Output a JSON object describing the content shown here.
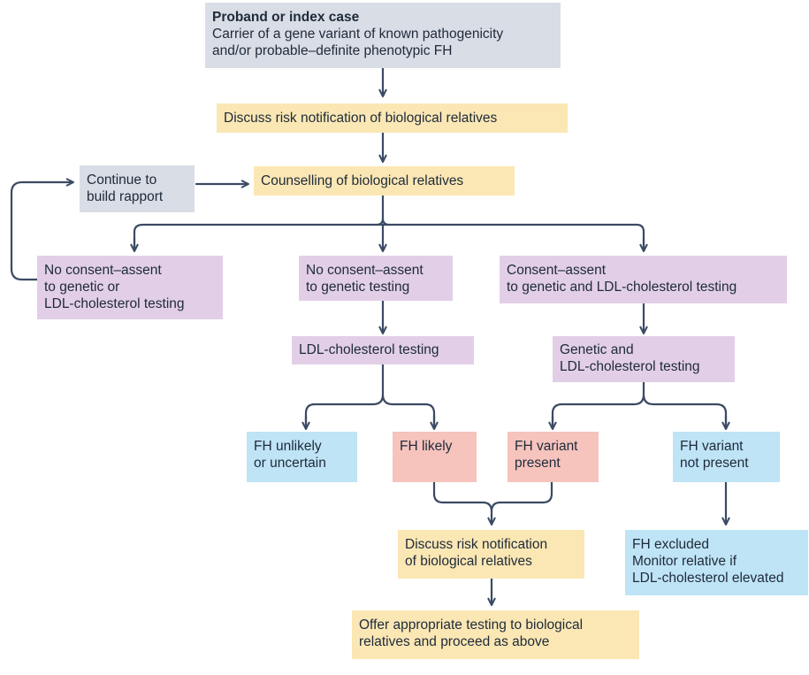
{
  "colors": {
    "grey": "#d9dde5",
    "yellow": "#fbe7b4",
    "purple": "#e2cfe7",
    "blue": "#bfe4f5",
    "red": "#f6c3bd",
    "connector": "#3a4a63"
  },
  "nodes": {
    "proband": {
      "title": "Proband or index case",
      "line1": "Carrier of a gene variant of known pathogenicity",
      "line2": "and/or probable–definite phenotypic FH"
    },
    "discuss_top": {
      "line1": "Discuss risk notification of biological relatives"
    },
    "rapport": {
      "line1": "Continue to",
      "line2": "build rapport"
    },
    "counselling": {
      "line1": "Counselling of biological relatives"
    },
    "no_consent_any": {
      "line1": "No consent–assent",
      "line2": "to genetic or",
      "line3": "LDL-cholesterol testing"
    },
    "no_consent_genetic": {
      "line1": "No consent–assent",
      "line2": "to genetic testing"
    },
    "consent": {
      "line1": "Consent–assent",
      "line2": "to genetic and LDL-cholesterol testing"
    },
    "ldl_testing": {
      "line1": "LDL-cholesterol testing"
    },
    "genetic_ldl_testing": {
      "line1": "Genetic and",
      "line2": "LDL-cholesterol testing"
    },
    "fh_unlikely": {
      "line1": "FH unlikely",
      "line2": "or uncertain"
    },
    "fh_likely": {
      "line1": "FH likely"
    },
    "fh_variant_present": {
      "line1": "FH variant",
      "line2": "present"
    },
    "fh_variant_not_present": {
      "line1": "FH variant",
      "line2": "not present"
    },
    "discuss_bottom": {
      "line1": "Discuss risk notification",
      "line2": "of biological relatives"
    },
    "fh_excluded": {
      "line1": "FH excluded",
      "line2": "Monitor relative if",
      "line3": "LDL-cholesterol elevated"
    },
    "offer_testing": {
      "line1": "Offer appropriate testing to biological",
      "line2": "relatives and proceed as above"
    }
  }
}
